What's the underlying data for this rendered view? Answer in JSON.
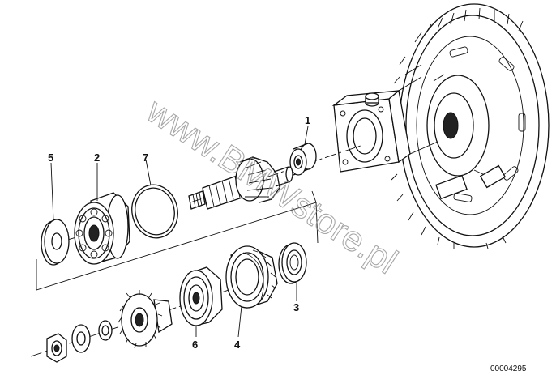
{
  "callouts": {
    "c1": "1",
    "c2": "2",
    "c3": "3",
    "c4": "4",
    "c5": "5",
    "c6": "6",
    "c7": "7"
  },
  "diagram_code": "00004295",
  "watermark": "www.BMWstore.pl"
}
